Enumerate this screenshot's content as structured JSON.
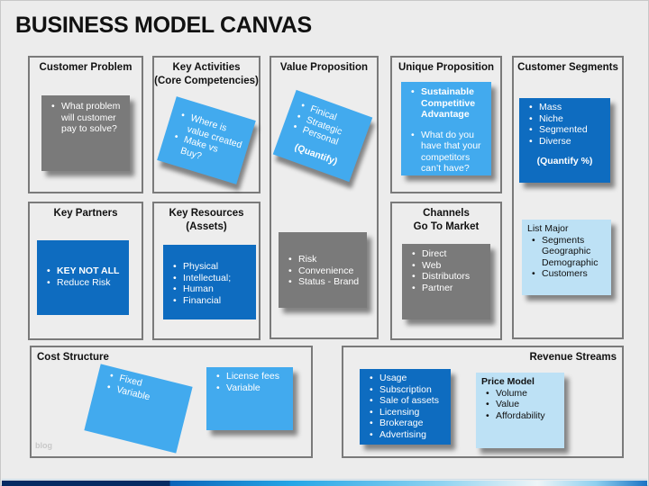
{
  "title": "BUSINESS MODEL CANVAS",
  "watermark": "blog",
  "sections": {
    "customer_problem": {
      "title": "Customer Problem",
      "note": {
        "color": "gray",
        "items": [
          "What problem will customer pay to solve?"
        ]
      }
    },
    "key_activities": {
      "title_line1": "Key Activities",
      "title_line2": "(Core Competencies)",
      "note": {
        "color": "sky",
        "items": [
          "Where is value created",
          "Make vs Buy?"
        ]
      }
    },
    "value_proposition": {
      "title": "Value Proposition",
      "note_top": {
        "color": "sky",
        "items": [
          "Finical",
          "Strategic",
          "Personal"
        ],
        "footer": "(Quantify)"
      },
      "note_bottom": {
        "color": "gray",
        "items": [
          "Risk",
          "Convenience",
          "Status - Brand"
        ]
      }
    },
    "unique_proposition": {
      "title": "Unique Proposition",
      "note": {
        "color": "sky",
        "items": [
          "Sustainable Competitive Advantage",
          "What do you have that your competitors can’t have?"
        ]
      }
    },
    "customer_segments": {
      "title": "Customer Segments",
      "note_top": {
        "color": "blue",
        "items": [
          "Mass",
          "Niche",
          "Segmented",
          "Diverse"
        ],
        "footer": "(Quantify %)"
      },
      "note_bottom": {
        "color": "pale",
        "heading": "List Major",
        "items": [
          "Segments",
          "Geographic",
          "Demographic",
          "Customers"
        ]
      }
    },
    "key_partners": {
      "title": "Key Partners",
      "note": {
        "color": "blue",
        "items": [
          "KEY NOT ALL",
          "Reduce Risk"
        ]
      }
    },
    "key_resources": {
      "title_line1": "Key Resources",
      "title_line2": "(Assets)",
      "note": {
        "color": "blue",
        "items": [
          "Physical",
          "Intellectual;",
          "Human",
          "Financial"
        ]
      }
    },
    "channels": {
      "title_line1": "Channels",
      "title_line2": "Go To Market",
      "note": {
        "color": "gray",
        "items": [
          "Direct",
          "Web",
          "Distributors",
          "Partner"
        ]
      }
    },
    "cost_structure": {
      "title": "Cost Structure",
      "note_left": {
        "color": "sky",
        "items": [
          "Fixed",
          "Variable"
        ]
      },
      "note_right": {
        "color": "sky",
        "items": [
          "License fees",
          "Variable"
        ]
      }
    },
    "revenue_streams": {
      "title": "Revenue Streams",
      "note_left": {
        "color": "blue",
        "items": [
          "Usage",
          "Subscription",
          "Sale of assets",
          "Licensing",
          "Brokerage",
          "Advertising"
        ]
      },
      "note_right": {
        "color": "pale",
        "heading": "Price Model",
        "items": [
          "Volume",
          "Value",
          "Affordability"
        ]
      }
    }
  },
  "colors": {
    "gray_note": "#7a7a7a",
    "sky_note": "#42aaee",
    "blue_note": "#0e6cc0",
    "pale_note": "#bde1f5",
    "box_border": "#7a7a7a",
    "background": "#ececec"
  }
}
